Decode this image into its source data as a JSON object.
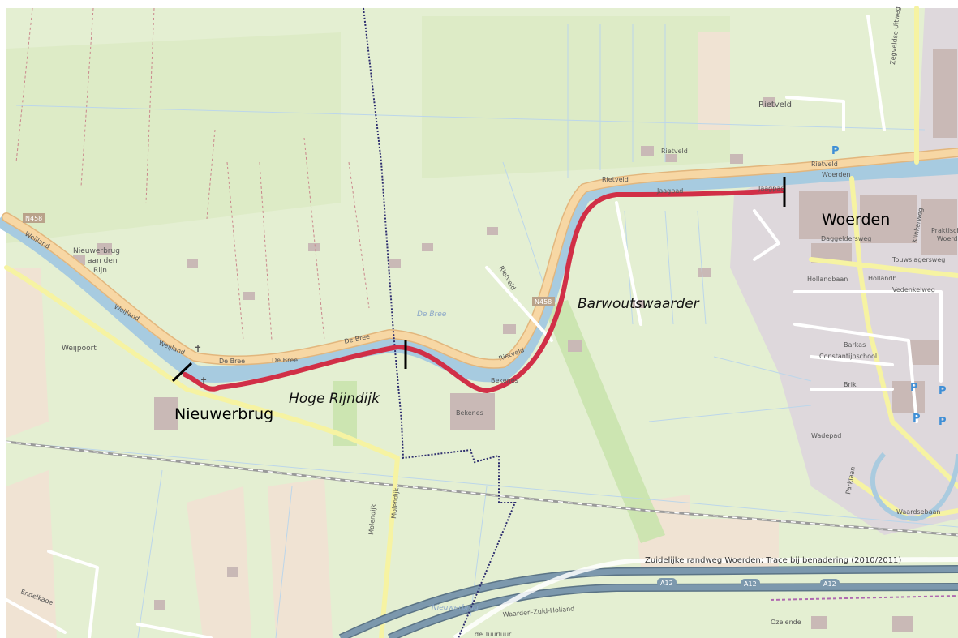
{
  "colors": {
    "land": "#e4efd2",
    "field_alt": "#ddebc6",
    "meadow": "#c9e3ad",
    "farmland": "#f0e3d3",
    "urban": "#ded8dc",
    "building": "#c9b9b6",
    "water": "#aacbdf",
    "canal": "#a7cbe0",
    "main_road": "#f7d7a4",
    "main_road_casing": "#e2b67d",
    "secondary_road": "#f6f3a2",
    "minor_road": "#ffffff",
    "motorway": "#7c98ad",
    "route": "#d12f47",
    "route_marker": "#000000",
    "boundary": "#2c2c6e",
    "railway": "#9a9a9a"
  },
  "labels": {
    "nieuwerbrug": "Nieuwerbrug",
    "hoge_rijndijk": "Hoge Rijndijk",
    "barwoutswaarder": "Barwoutswaarder",
    "woerden": "Woerden",
    "nieuwerbrug_aan_den_rijn_1": "Nieuwerbrug",
    "nieuwerbrug_aan_den_rijn_2": "aan den",
    "nieuwerbrug_aan_den_rijn_3": "Rijn",
    "weijpoort": "Weijpoort",
    "de_bree_1": "De Bree",
    "de_bree_2": "De Bree",
    "de_bree_3": "De Bree",
    "de_bree_water": "De Bree",
    "bekenes_1": "Bekenes",
    "bekenes_2": "Bekenes",
    "rietveld_1": "Rietveld",
    "rietveld_2": "Rietveld",
    "rietveld_3": "Rietveld",
    "rietveld_4": "Rietveld",
    "rietveld_5": "Rietveld",
    "jaagpad_1": "Jaagpad",
    "jaagpad_2": "Jaagpad",
    "weijland_1": "Weijland",
    "weijland_2": "Weijland",
    "weijland_3": "Weijland",
    "n458_1": "N458",
    "n458_2": "N458",
    "daggeldersweg": "Daggeldersweg",
    "hollandbaan": "Hollandbaan",
    "barkas": "Barkas",
    "constantijnschool": "Constantijnschool",
    "brik": "Brik",
    "wadepad": "Wadepad",
    "parklaan": "Parklaan",
    "waardsebaan": "Waardsebaan",
    "ozeiende": "Ozeiende",
    "molendijk_1": "Molendijk",
    "molendijk_2": "Molendijk",
    "endelkade": "Endelkade",
    "woerden_street_label": "Woerden",
    "rietveld_village": "Rietveld",
    "zuidelijke": "Zuidelijke randweg Woerden; Trace bij benadering (2010/2011)",
    "a12_1": "A12",
    "a12_2": "A12",
    "a12_3": "A12",
    "nieuwerbrug_water": "Nieuwerbrug",
    "waarder_zuid_holland": "Waarder–Zuid-Holland",
    "tuurluur": "de Tuurluur",
    "parking": "P",
    "praktisch_1": "Praktisch",
    "praktisch_2": "Woerd",
    "klinkerweg": "Klinkerweg",
    "touwslagersweg": "Touwslagersweg",
    "vedenkelweg": "Vedenkelweg",
    "zegveldse": "Zegveldse Uitweg",
    "hollandb": "Hollandb"
  }
}
